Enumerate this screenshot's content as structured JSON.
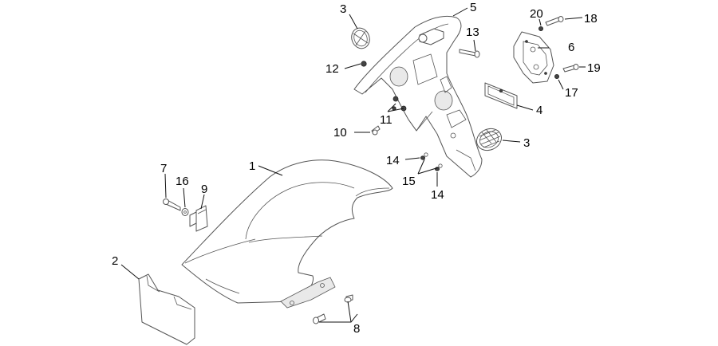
{
  "callouts": {
    "c1": "1",
    "c2": "2",
    "c3a": "3",
    "c3b": "3",
    "c4": "4",
    "c5": "5",
    "c6": "6",
    "c7": "7",
    "c8": "8",
    "c9": "9",
    "c10": "10",
    "c11": "11",
    "c12": "12",
    "c13": "13",
    "c14a": "14",
    "c14b": "14",
    "c15": "15",
    "c16": "16",
    "c17": "17",
    "c18": "18",
    "c19": "19",
    "c20": "20"
  },
  "colors": {
    "line": "#555555",
    "text": "#000000",
    "background": "#ffffff"
  }
}
